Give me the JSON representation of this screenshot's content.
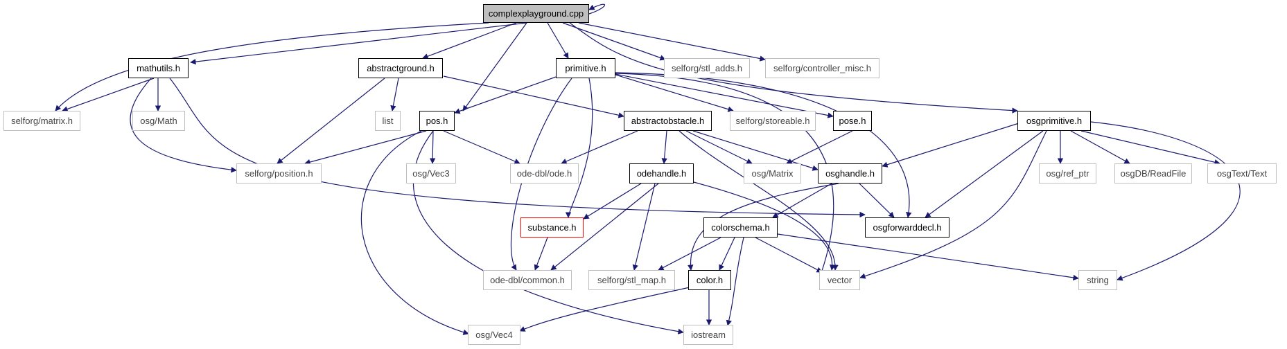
{
  "edge_color": "#191970",
  "colors": {
    "root_fill": "#bfbfbf",
    "local_border": "#000000",
    "external_border": "#bfbfbf",
    "warning_border": "#ff0000"
  },
  "nodes": {
    "complexplayground": "complexplayground.cpp",
    "mathutils": "mathutils.h",
    "abstractground": "abstractground.h",
    "primitive": "primitive.h",
    "stl_adds": "selforg/stl_adds.h",
    "controller_misc": "selforg/controller_misc.h",
    "matrix": "selforg/matrix.h",
    "osgmath": "osg/Math",
    "list": "list",
    "pos": "pos.h",
    "abstractobstacle": "abstractobstacle.h",
    "storeable": "selforg/storeable.h",
    "pose": "pose.h",
    "osgprimitive": "osgprimitive.h",
    "position": "selforg/position.h",
    "vec3": "osg/Vec3",
    "odeh": "ode-dbl/ode.h",
    "osgmatrix": "osg/Matrix",
    "odehandle": "odehandle.h",
    "osghandle": "osghandle.h",
    "ref_ptr": "osg/ref_ptr",
    "readfile": "osgDB/ReadFile",
    "osgtext": "osgText/Text",
    "substance": "substance.h",
    "colorschema": "colorschema.h",
    "osgforwarddecl": "osgforwarddecl.h",
    "common": "ode-dbl/common.h",
    "stl_map": "selforg/stl_map.h",
    "color": "color.h",
    "vector": "vector",
    "string": "string",
    "vec4": "osg/Vec4",
    "iostream": "iostream"
  }
}
